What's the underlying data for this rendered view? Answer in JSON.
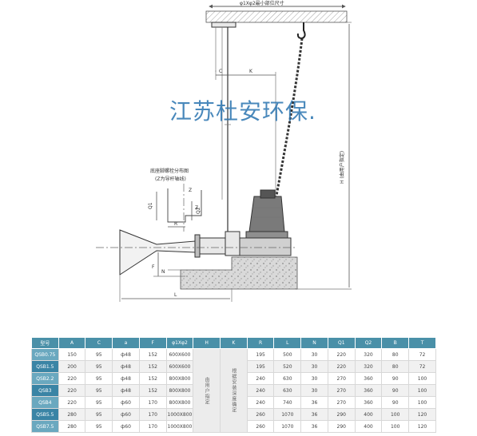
{
  "drawing": {
    "top_dim_label": "φ1Xφ2最小部位尺寸",
    "dim_c": "C",
    "dim_k": "K",
    "dim_h": "H (由用户指定)",
    "bolt_layout_title": "底座脚螺栓分布图",
    "bolt_layout_note": "(Z为导杆轴线)",
    "bolt_z_upper": "Z",
    "bolt_z_lower": "Z",
    "dim_q1": "Q1",
    "dim_q2": "Q2",
    "dim_r": "R",
    "dim_f": "F",
    "dim_n": "N",
    "dim_l": "L"
  },
  "watermark": "江苏杜安环保.",
  "table": {
    "headers": [
      "型号",
      "A",
      "C",
      "a",
      "F",
      "φ1Xφ2",
      "H",
      "K",
      "R",
      "L",
      "N",
      "Q1",
      "Q2",
      "B",
      "T"
    ],
    "merged_h_text": "由用户指定",
    "merged_k_text": "根据安装深度确定",
    "rows": [
      {
        "model": "QSB0.75",
        "cells": [
          "150",
          "95",
          "ф48",
          "152",
          "600X600",
          "",
          "",
          "195",
          "500",
          "30",
          "220",
          "320",
          "80",
          "72"
        ]
      },
      {
        "model": "QSB1.5",
        "cells": [
          "200",
          "95",
          "ф48",
          "152",
          "600X600",
          "",
          "",
          "195",
          "520",
          "30",
          "220",
          "320",
          "80",
          "72"
        ]
      },
      {
        "model": "QSB2.2",
        "cells": [
          "220",
          "95",
          "ф48",
          "152",
          "800X800",
          "",
          "",
          "240",
          "630",
          "30",
          "270",
          "360",
          "90",
          "100"
        ]
      },
      {
        "model": "QSB3",
        "cells": [
          "220",
          "95",
          "ф48",
          "152",
          "800X800",
          "",
          "",
          "240",
          "630",
          "30",
          "270",
          "360",
          "90",
          "100"
        ]
      },
      {
        "model": "QSB4",
        "cells": [
          "220",
          "95",
          "ф60",
          "170",
          "800X800",
          "",
          "",
          "240",
          "740",
          "36",
          "270",
          "360",
          "90",
          "100"
        ]
      },
      {
        "model": "QSB5.5",
        "cells": [
          "280",
          "95",
          "ф60",
          "170",
          "1000X800",
          "",
          "",
          "260",
          "1070",
          "36",
          "290",
          "400",
          "100",
          "120"
        ]
      },
      {
        "model": "QSB7.5",
        "cells": [
          "280",
          "95",
          "ф60",
          "170",
          "1000X800",
          "",
          "",
          "260",
          "1070",
          "36",
          "290",
          "400",
          "100",
          "120"
        ]
      }
    ]
  }
}
